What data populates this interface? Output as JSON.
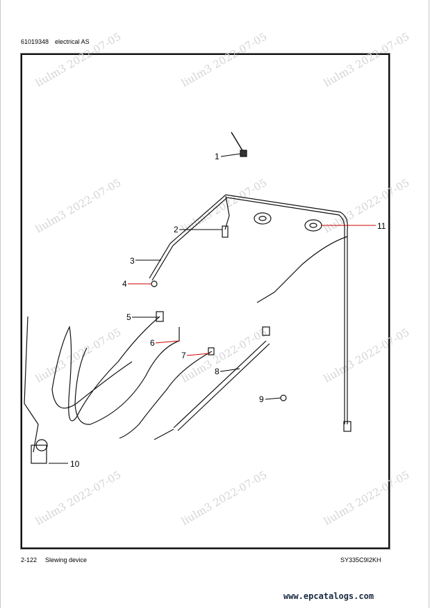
{
  "header": {
    "part_number": "61019348",
    "title": "electrical AS"
  },
  "footer": {
    "page": "2-122",
    "section": "Slewing device",
    "model": "SY335C9I2KH"
  },
  "site": "www.epcatalogs.com",
  "watermark": "liulm3 2022-07-05",
  "callouts": [
    {
      "label": "1",
      "color": "#000000"
    },
    {
      "label": "2",
      "color": "#000000"
    },
    {
      "label": "3",
      "color": "#000000"
    },
    {
      "label": "4",
      "color": "#cc0000"
    },
    {
      "label": "5",
      "color": "#000000"
    },
    {
      "label": "6",
      "color": "#cc0000"
    },
    {
      "label": "7",
      "color": "#cc0000"
    },
    {
      "label": "8",
      "color": "#000000"
    },
    {
      "label": "9",
      "color": "#000000"
    },
    {
      "label": "10",
      "color": "#000000"
    },
    {
      "label": "11",
      "color": "#cc0000"
    }
  ]
}
